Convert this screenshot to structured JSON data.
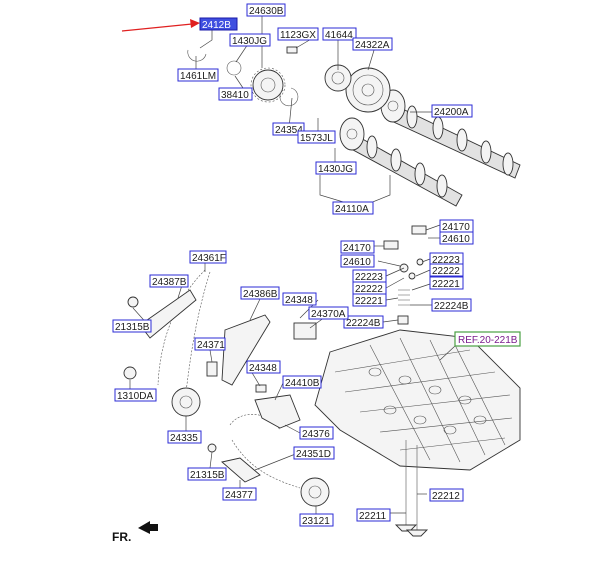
{
  "labels": [
    {
      "id": "24128",
      "text": "2412B",
      "highlight": true
    },
    {
      "id": "24630B",
      "text": "24630B"
    },
    {
      "id": "1430JG_a",
      "text": "1430JG"
    },
    {
      "id": "1123GX",
      "text": "1123GX"
    },
    {
      "id": "41644",
      "text": "41644"
    },
    {
      "id": "24322A",
      "text": "24322A"
    },
    {
      "id": "1461LM",
      "text": "1461LM"
    },
    {
      "id": "38410",
      "text": "38410"
    },
    {
      "id": "24200A",
      "text": "24200A"
    },
    {
      "id": "24354",
      "text": "24354"
    },
    {
      "id": "1573JL",
      "text": "1573JL"
    },
    {
      "id": "1430JG_b",
      "text": "1430JG"
    },
    {
      "id": "24110A",
      "text": "24110A"
    },
    {
      "id": "24170_a",
      "text": "24170"
    },
    {
      "id": "24610_a",
      "text": "24610"
    },
    {
      "id": "24170_b",
      "text": "24170"
    },
    {
      "id": "24610_b",
      "text": "24610"
    },
    {
      "id": "22223_a",
      "text": "22223"
    },
    {
      "id": "22222_a",
      "text": "22222"
    },
    {
      "id": "22223_b",
      "text": "22223"
    },
    {
      "id": "22221_a",
      "text": "22221"
    },
    {
      "id": "22222_b",
      "text": "22222"
    },
    {
      "id": "22221_b",
      "text": "22221"
    },
    {
      "id": "22224B_a",
      "text": "22224B"
    },
    {
      "id": "22224B_b",
      "text": "22224B"
    },
    {
      "id": "24361F",
      "text": "24361F"
    },
    {
      "id": "24387B",
      "text": "24387B"
    },
    {
      "id": "24386B",
      "text": "24386B"
    },
    {
      "id": "24348_a",
      "text": "24348"
    },
    {
      "id": "24370A",
      "text": "24370A"
    },
    {
      "id": "21315B_a",
      "text": "21315B"
    },
    {
      "id": "24371",
      "text": "24371"
    },
    {
      "id": "24348_b",
      "text": "24348"
    },
    {
      "id": "1310DA",
      "text": "1310DA"
    },
    {
      "id": "24410B",
      "text": "24410B"
    },
    {
      "id": "24335",
      "text": "24335"
    },
    {
      "id": "24376",
      "text": "24376"
    },
    {
      "id": "24351D",
      "text": "24351D"
    },
    {
      "id": "21315B_b",
      "text": "21315B"
    },
    {
      "id": "24377",
      "text": "24377"
    },
    {
      "id": "22212",
      "text": "22212"
    },
    {
      "id": "22211",
      "text": "22211"
    },
    {
      "id": "23121",
      "text": "23121"
    }
  ],
  "reference": {
    "text": "REF.20-221B"
  },
  "direction": {
    "text": "FR."
  },
  "colors": {
    "label_border": "#2b2bd6",
    "highlight_fill": "#3f4fe0",
    "pointer_arrow": "#e02020",
    "ref_text": "#7a1c8c",
    "ref_border": "#4aa043"
  }
}
